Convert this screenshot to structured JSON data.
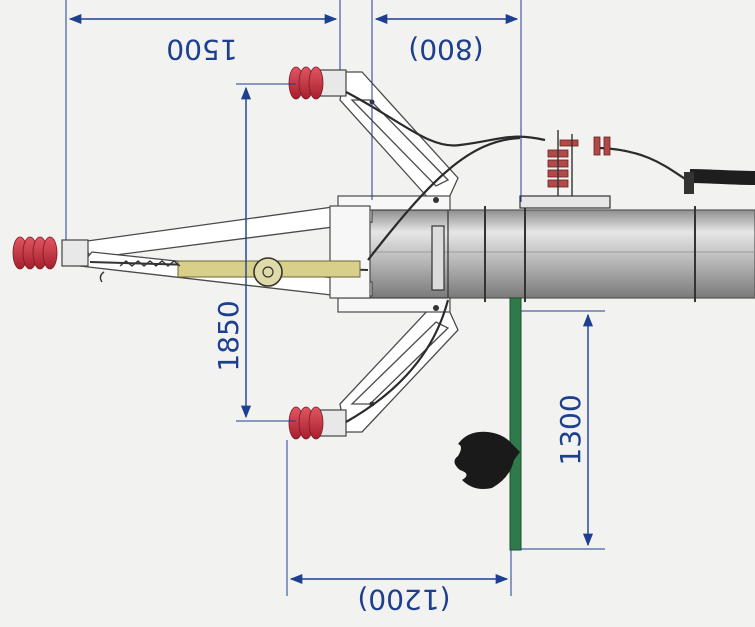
{
  "dimensions": {
    "top_left": "1500",
    "top_right": "(800)",
    "left_vertical": "1850",
    "right_vertical": "1300",
    "bottom": "(1200)"
  },
  "colors": {
    "dimension": "#1d3f8f",
    "insulator": "#c0303d",
    "pipe": "#bdbdbd",
    "pole": "#2f7a4a",
    "rod": "#d8cf8a"
  }
}
